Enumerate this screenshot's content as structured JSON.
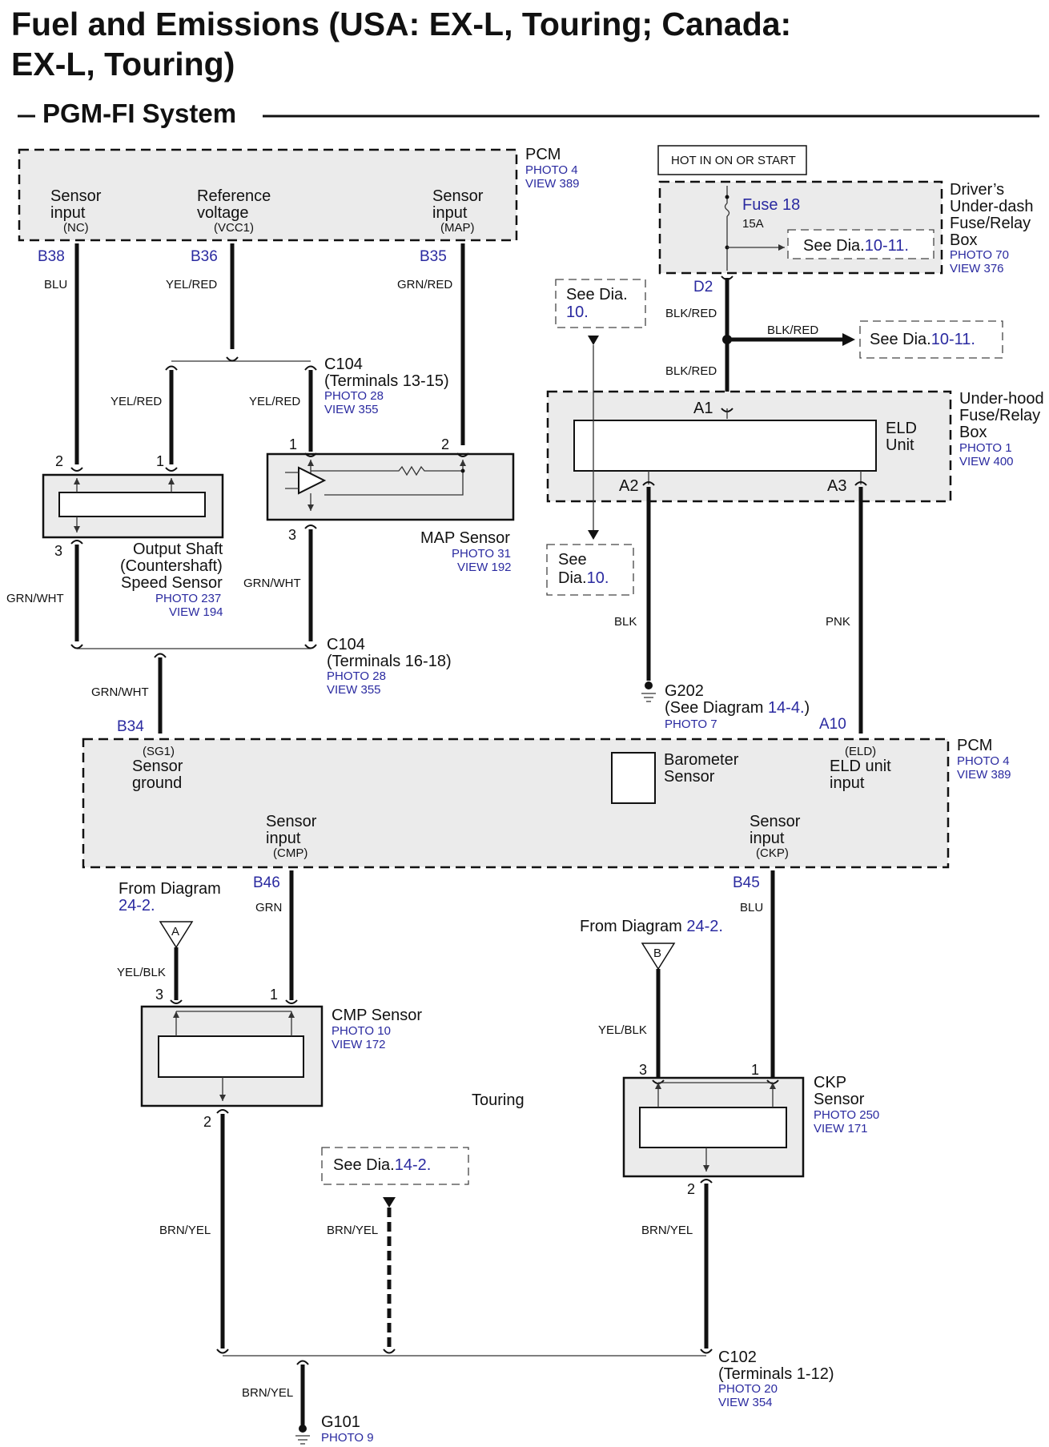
{
  "title": {
    "line1": "Fuel and Emissions (USA: EX-L, Touring; Canada:",
    "line2": "EX-L, Touring)"
  },
  "subtitle": "PGM-FI System",
  "pcm_top": {
    "name": "PCM",
    "photo": "PHOTO 4",
    "view": "VIEW 389",
    "sensor_input_nc": {
      "line1": "Sensor",
      "line2": "input",
      "code": "(NC)",
      "pin": "B38",
      "wire": "BLU"
    },
    "reference_voltage": {
      "line1": "Reference",
      "line2": "voltage",
      "code": "(VCC1)",
      "pin": "B36",
      "wire": "YEL/RED"
    },
    "sensor_input_map": {
      "line1": "Sensor",
      "line2": "input",
      "code": "(MAP)",
      "pin": "B35",
      "wire": "GRN/RED"
    }
  },
  "c104_top": {
    "name": "C104",
    "terminals": "(Terminals 13-15)",
    "photo": "PHOTO 28",
    "view": "VIEW 355",
    "wire_left": "YEL/RED",
    "wire_right": "YEL/RED"
  },
  "output_shaft_sensor": {
    "line1": "Output Shaft",
    "line2": "(Countershaft)",
    "line3": "Speed Sensor",
    "photo": "PHOTO 237",
    "view": "VIEW 194",
    "pin2": "2",
    "pin1": "1",
    "pin3": "3",
    "wire": "GRN/WHT"
  },
  "map_sensor": {
    "name": "MAP Sensor",
    "photo": "PHOTO 31",
    "view": "VIEW 192",
    "pin1": "1",
    "pin2": "2",
    "pin3": "3",
    "wire": "GRN/WHT"
  },
  "c104_bottom": {
    "name": "C104",
    "terminals": "(Terminals 16-18)",
    "photo": "PHOTO 28",
    "view": "VIEW 355",
    "wire": "GRN/WHT"
  },
  "hot_in": "HOT IN ON OR START",
  "underdash_box": {
    "line1": "Driver’s",
    "line2": "Under-dash",
    "line3": "Fuse/Relay",
    "line4": "Box",
    "photo": "PHOTO 70",
    "view": "VIEW 376",
    "fuse": "Fuse 18",
    "amp": "15A",
    "see_prefix": "See Dia.",
    "see_num": "10-11.",
    "pin": "D2"
  },
  "wire_blkred_1": "BLK/RED",
  "wire_blkred_2": "BLK/RED",
  "wire_blkred_3": "BLK/RED",
  "see_dia_10_top": {
    "line1": "See Dia.",
    "line2": "10."
  },
  "see_dia_10_11_right": {
    "prefix": "See Dia.",
    "num": "10-11."
  },
  "underhood_box": {
    "line1": "Under-hood",
    "line2": "Fuse/Relay",
    "line3": "Box",
    "photo": "PHOTO 1",
    "view": "VIEW 400",
    "pin_a1": "A1",
    "pin_a2": "A2",
    "pin_a3": "A3"
  },
  "eld_unit": {
    "line1": "ELD",
    "line2": "Unit"
  },
  "see_dia_10_mid": {
    "line1": "See",
    "line2_prefix": "Dia.",
    "line2_num": "10."
  },
  "wire_blk": "BLK",
  "wire_pnk": "PNK",
  "g202": {
    "name": "G202",
    "see_prefix": "(See Diagram ",
    "see_num": "14-4.",
    "see_suffix": ")",
    "photo": "PHOTO 7"
  },
  "pcm_main": {
    "name": "PCM",
    "photo": "PHOTO 4",
    "view": "VIEW 389",
    "sg1": {
      "code": "(SG1)",
      "line1": "Sensor",
      "line2": "ground",
      "pin": "B34"
    },
    "barometer": {
      "line1": "Barometer",
      "line2": "Sensor"
    },
    "eld_input": {
      "code": "(ELD)",
      "line1": "ELD unit",
      "line2": "input",
      "pin": "A10"
    },
    "cmp_input": {
      "line1": "Sensor",
      "line2": "input",
      "code": "(CMP)",
      "pin": "B46",
      "wire": "GRN"
    },
    "ckp_input": {
      "line1": "Sensor",
      "line2": "input",
      "code": "(CKP)",
      "pin": "B45",
      "wire": "BLU"
    }
  },
  "from_diagram_a": {
    "line1": "From Diagram",
    "num": "24-2.",
    "connector": "A",
    "wire": "YEL/BLK"
  },
  "from_diagram_b": {
    "prefix": "From Diagram ",
    "num": "24-2.",
    "connector": "B",
    "wire": "YEL/BLK"
  },
  "cmp_sensor": {
    "name": "CMP Sensor",
    "photo": "PHOTO 10",
    "view": "VIEW 172",
    "pin3": "3",
    "pin1": "1",
    "pin2": "2",
    "wire": "BRN/YEL"
  },
  "ckp_sensor": {
    "line1": "CKP",
    "line2": "Sensor",
    "photo": "PHOTO 250",
    "view": "VIEW 171",
    "pin3": "3",
    "pin1": "1",
    "pin2": "2",
    "wire": "BRN/YEL"
  },
  "touring": "Touring",
  "see_dia_14_2": {
    "prefix": "See Dia.",
    "num": "14-2."
  },
  "wire_brnyel_mid": "BRN/YEL",
  "c102": {
    "name": "C102",
    "terminals": "(Terminals 1-12)",
    "photo": "PHOTO 20",
    "view": "VIEW 354"
  },
  "g101": {
    "name": "G101",
    "photo": "PHOTO 9",
    "wire": "BRN/YEL"
  }
}
